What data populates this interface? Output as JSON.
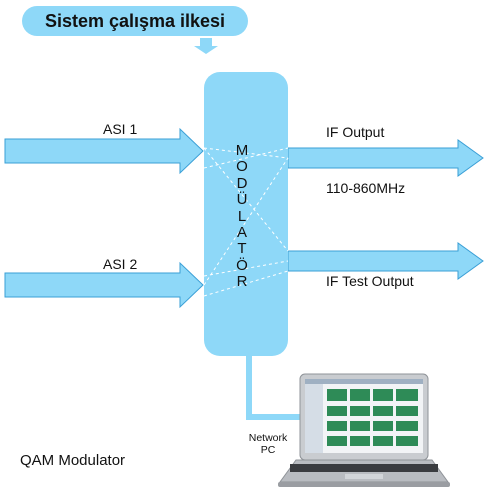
{
  "title": "Sistem çalışma ilkesi",
  "modulator": {
    "letters": [
      "M",
      "O",
      "D",
      "Ü",
      "L",
      "A",
      "T",
      "Ö",
      "R"
    ]
  },
  "inputs": {
    "asi1": "ASI 1",
    "asi2": "ASI 2"
  },
  "outputs": {
    "if_output": "IF Output",
    "frequency": "110-860MHz",
    "if_test_output": "IF Test Output"
  },
  "network_pc": {
    "line1": "Network",
    "line2": "PC"
  },
  "footer": "QAM Modulator",
  "colors": {
    "accent": "#8ed8f8",
    "arrow_stroke": "#3a9fd6"
  }
}
